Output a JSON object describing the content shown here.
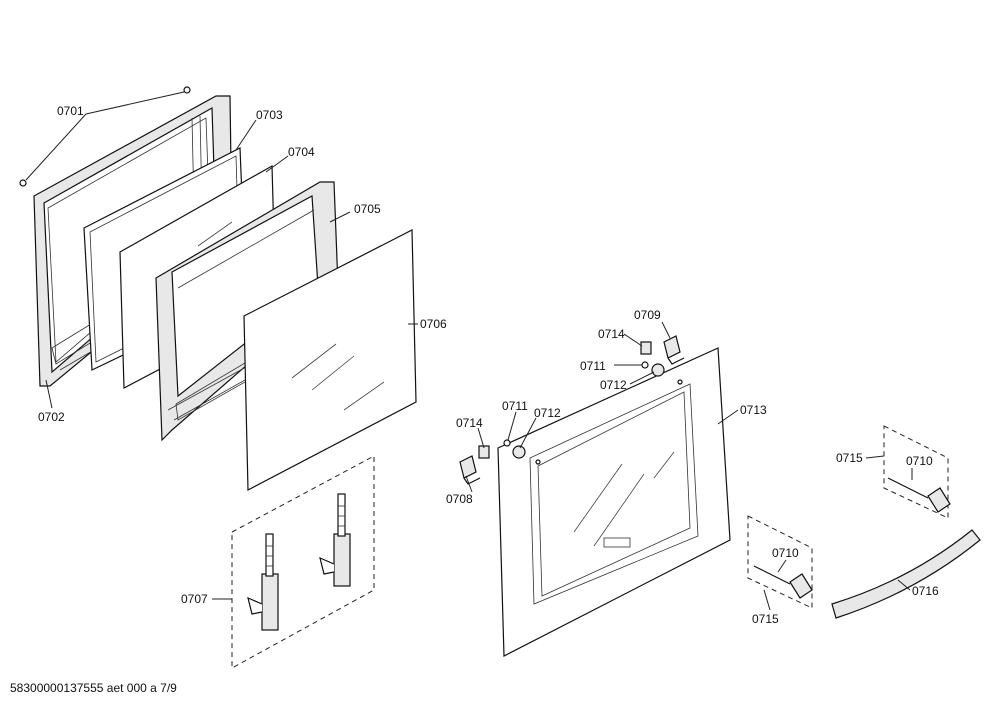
{
  "labels": {
    "p0701": "0701",
    "p0702": "0702",
    "p0703": "0703",
    "p0704": "0704",
    "p0705": "0705",
    "p0706": "0706",
    "p0707": "0707",
    "p0708": "0708",
    "p0709": "0709",
    "p0710a": "0710",
    "p0710b": "0710",
    "p0711a": "0711",
    "p0711b": "0711",
    "p0712a": "0712",
    "p0712b": "0712",
    "p0713": "0713",
    "p0714a": "0714",
    "p0714b": "0714",
    "p0715a": "0715",
    "p0715b": "0715",
    "p0716": "0716"
  },
  "footer": "58300000137555 aet 000 a 7/9"
}
